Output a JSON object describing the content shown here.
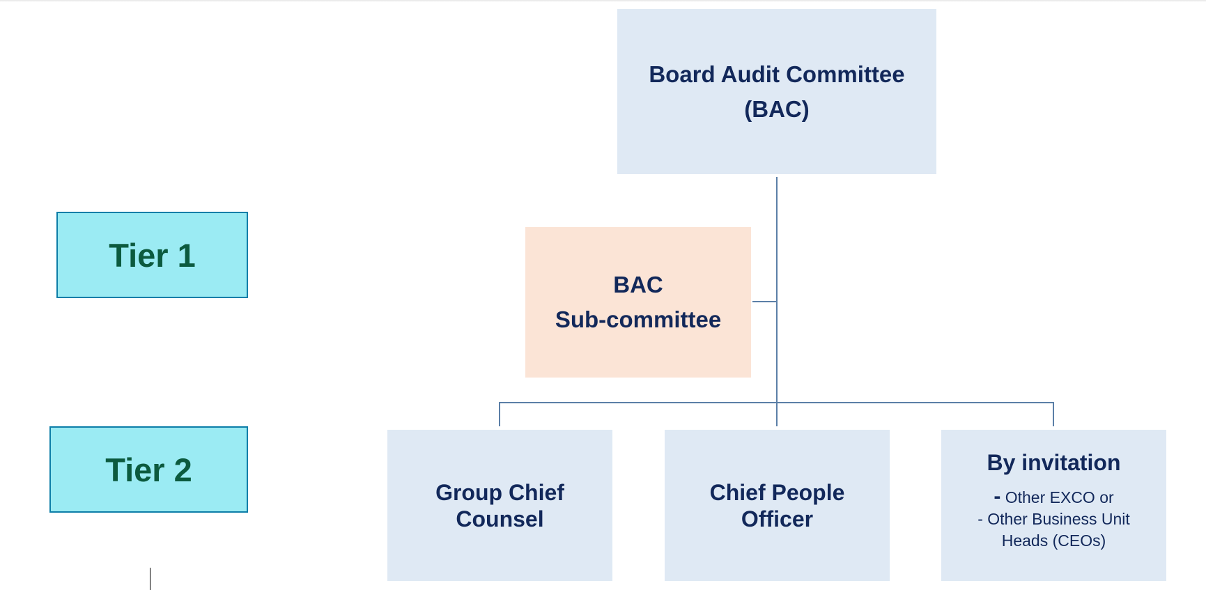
{
  "tiers": {
    "tier1": "Tier 1",
    "tier2": "Tier 2"
  },
  "nodes": {
    "bac_line1": "Board Audit Committee",
    "bac_line2": "(BAC)",
    "sub_line1": "BAC",
    "sub_line2": "Sub-committee",
    "counsel_line1": "Group Chief",
    "counsel_line2": "Counsel",
    "people_line1": "Chief People",
    "people_line2": "Officer",
    "invite_title": "By invitation",
    "invite_item1_dash": "-",
    "invite_item1": "Other EXCO or",
    "invite_item2": "- Other Business Unit",
    "invite_item3": "Heads (CEOs)"
  },
  "colors": {
    "tier_fill": "#9bebf3",
    "tier_border": "#0d7ea8",
    "tier_text": "#0c5a3e",
    "node_fill": "#dfe9f4",
    "subcommittee_fill": "#fbe4d6",
    "node_text": "#12285a",
    "connector": "#5b7fa7"
  }
}
